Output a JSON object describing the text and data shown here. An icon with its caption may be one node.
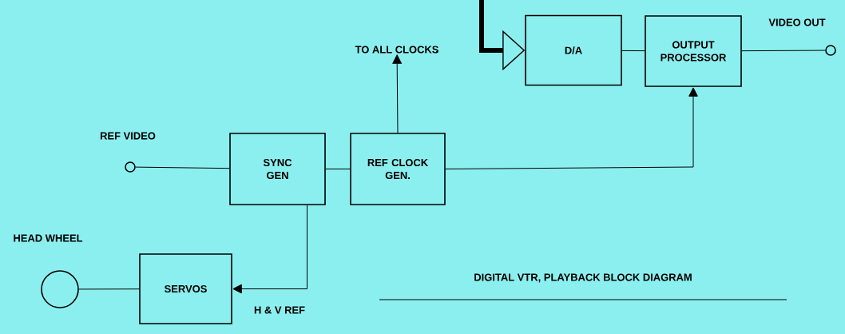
{
  "diagram": {
    "caption": "DIGITAL VTR, PLAYBACK BLOCK DIAGRAM",
    "nodes": [
      {
        "text": [
          "D/A"
        ]
      },
      {
        "text": [
          "OUTPUT PROCESSOR"
        ]
      },
      {
        "text": [],
        "shape": "circle",
        "beside": [
          "VIDEO OUT"
        ]
      },
      {
        "text": [
          "SYNC GEN"
        ]
      },
      {
        "text": [
          "REF CLOCK GEN."
        ]
      },
      {
        "text": [],
        "shape": "circle",
        "beside": [
          "REF VIDEO"
        ]
      },
      {
        "text": [
          "TO ALL CLOCKS"
        ]
      },
      {
        "text": [
          "SERVOS"
        ]
      },
      {
        "text": [],
        "shape": "circle",
        "beside": [
          "HEAD WHEEL"
        ]
      }
    ],
    "edges": [
      {
        "from": null,
        "to": 0,
        "arrow": "to",
        "style": "thick"
      },
      {
        "from": 0,
        "to": 1,
        "arrow": "none"
      },
      {
        "from": 1,
        "to": 2,
        "arrow": "none"
      },
      {
        "from": 5,
        "to": 3,
        "arrow": "none"
      },
      {
        "from": 3,
        "to": 4,
        "arrow": "none"
      },
      {
        "from": 4,
        "to": 6,
        "arrow": "to"
      },
      {
        "from": 4,
        "to": 1,
        "arrow": "to"
      },
      {
        "from": 3,
        "to": 7,
        "arrow": "to",
        "label": "H & V REF"
      },
      {
        "from": 8,
        "to": 7,
        "arrow": "none"
      }
    ]
  }
}
